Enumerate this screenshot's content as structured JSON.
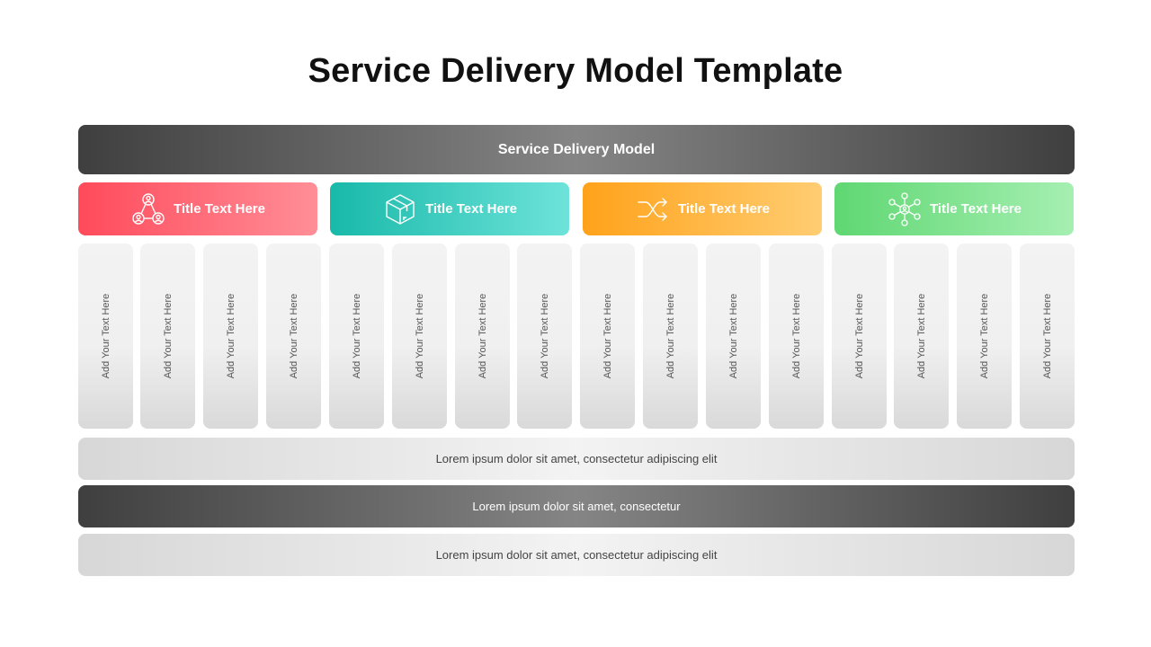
{
  "title": "Service Delivery Model Template",
  "header_bar": {
    "label": "Service Delivery Model"
  },
  "categories": [
    {
      "label": "Title Text Here",
      "icon": "people-network-icon",
      "color_start": "#ff4a5b",
      "color_end": "#ff8e97"
    },
    {
      "label": "Title Text Here",
      "icon": "box-icon",
      "color_start": "#18b9a9",
      "color_end": "#6ee3da"
    },
    {
      "label": "Title Text Here",
      "icon": "shuffle-icon",
      "color_start": "#ffa21a",
      "color_end": "#ffcd72"
    },
    {
      "label": "Title Text Here",
      "icon": "hub-network-icon",
      "color_start": "#5fd772",
      "color_end": "#a6efb2"
    }
  ],
  "columns": [
    "Add Your Text Here",
    "Add Your Text Here",
    "Add Your Text Here",
    "Add Your Text Here",
    "Add Your Text Here",
    "Add Your Text Here",
    "Add Your Text Here",
    "Add Your Text Here",
    "Add Your Text Here",
    "Add Your Text Here",
    "Add Your Text Here",
    "Add Your Text Here",
    "Add Your Text Here",
    "Add Your Text Here",
    "Add Your Text Here",
    "Add Your Text Here"
  ],
  "bottom_rows": [
    {
      "text": "Lorem ipsum dolor sit amet, consectetur adipiscing elit",
      "style": "light"
    },
    {
      "text": "Lorem ipsum dolor sit amet, consectetur",
      "style": "dark"
    },
    {
      "text": "Lorem ipsum dolor sit amet, consectetur adipiscing elit",
      "style": "light"
    }
  ]
}
